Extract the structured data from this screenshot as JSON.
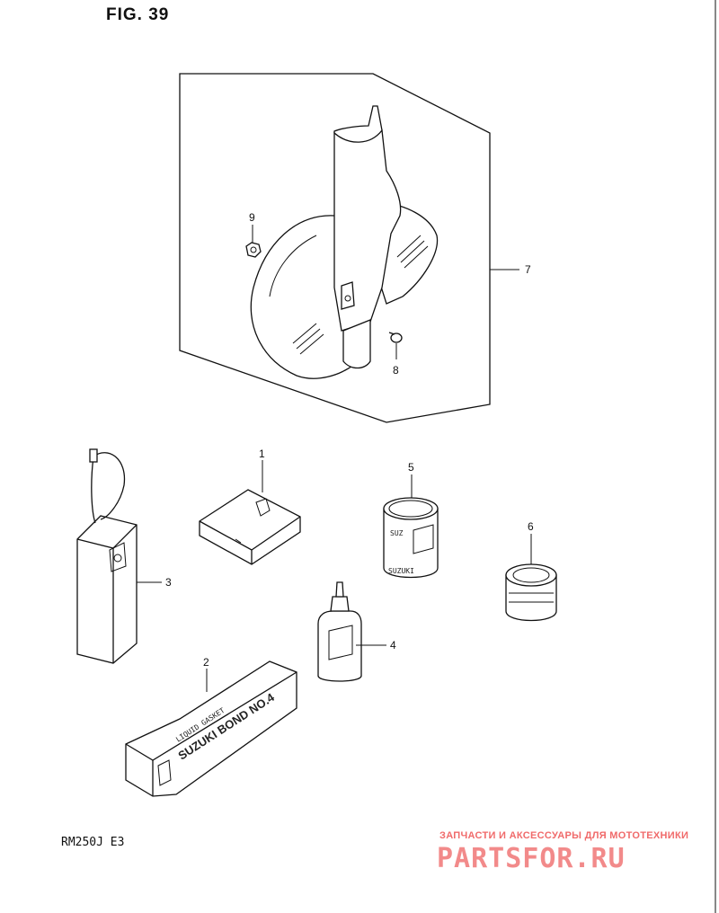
{
  "figure": {
    "title": "FIG. 39",
    "model": "RM250J  E3"
  },
  "callouts": [
    {
      "id": "callout-1",
      "label": "1"
    },
    {
      "id": "callout-2",
      "label": "2"
    },
    {
      "id": "callout-3",
      "label": "3"
    },
    {
      "id": "callout-4",
      "label": "4"
    },
    {
      "id": "callout-5",
      "label": "5"
    },
    {
      "id": "callout-6",
      "label": "6"
    },
    {
      "id": "callout-7",
      "label": "7"
    },
    {
      "id": "callout-8",
      "label": "8"
    },
    {
      "id": "callout-9",
      "label": "9"
    }
  ],
  "package_text": {
    "bond_small": "LIQUID GASKET",
    "bond_large": "SUZUKI BOND NO.4",
    "can_brand": "SUZUKI"
  },
  "watermark": {
    "tagline": "ЗАПЧАСТИ И АКСЕССУАРЫ ДЛЯ МОТОТЕХНИКИ",
    "logo": "PARTSFOR.RU",
    "color": "#f06a6a"
  }
}
